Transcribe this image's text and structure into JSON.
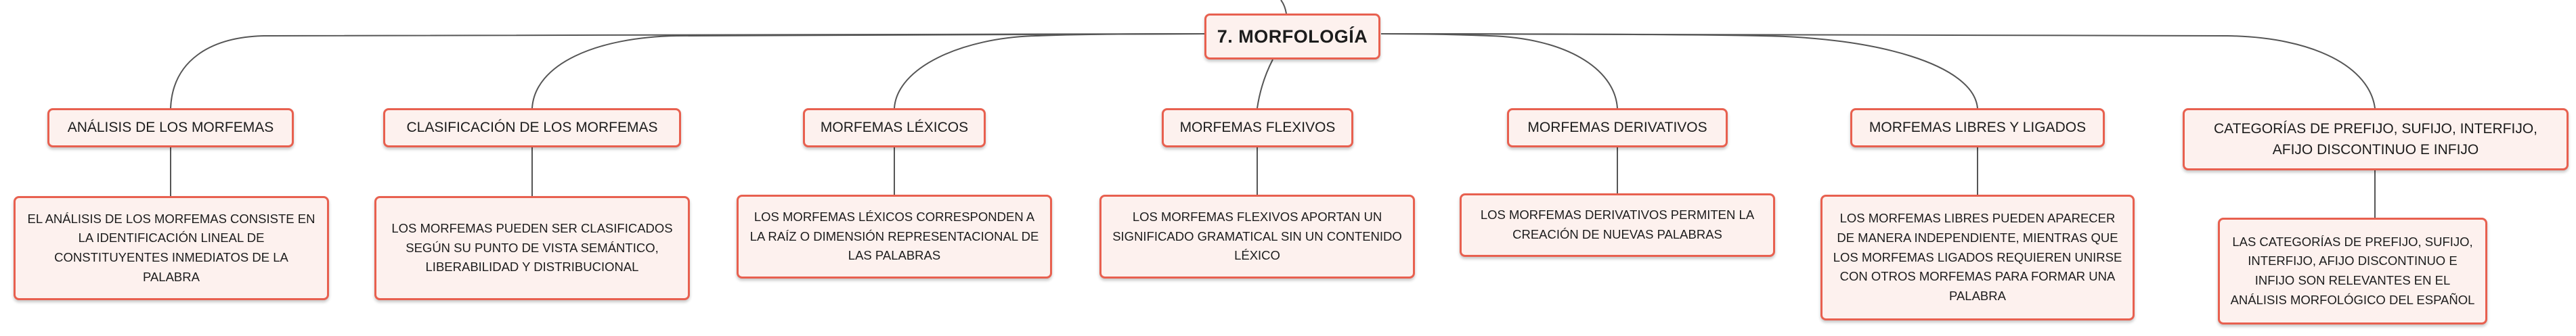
{
  "root": {
    "title": "7. MORFOLOGÍA"
  },
  "branches": [
    {
      "title": "ANÁLISIS DE LOS MORFEMAS",
      "detail": "EL ANÁLISIS DE LOS MORFEMAS CONSISTE EN LA IDENTIFICACIÓN LINEAL DE CONSTITUYENTES INMEDIATOS DE LA PALABRA"
    },
    {
      "title": "CLASIFICACIÓN DE LOS MORFEMAS",
      "detail": "LOS MORFEMAS PUEDEN SER CLASIFICADOS SEGÚN SU PUNTO DE VISTA SEMÁNTICO, LIBERABILIDAD Y DISTRIBUCIONAL"
    },
    {
      "title": "MORFEMAS LÉXICOS",
      "detail": "LOS MORFEMAS LÉXICOS CORRESPONDEN A LA RAÍZ O DIMENSIÓN REPRESENTACIONAL DE LAS PALABRAS"
    },
    {
      "title": "MORFEMAS FLEXIVOS",
      "detail": "LOS MORFEMAS FLEXIVOS APORTAN UN SIGNIFICADO GRAMATICAL SIN UN CONTENIDO LÉXICO"
    },
    {
      "title": "MORFEMAS DERIVATIVOS",
      "detail": "LOS MORFEMAS DERIVATIVOS PERMITEN LA CREACIÓN DE NUEVAS PALABRAS"
    },
    {
      "title": "MORFEMAS LIBRES Y LIGADOS",
      "detail": "LOS MORFEMAS LIBRES PUEDEN APARECER DE MANERA INDEPENDIENTE, MIENTRAS QUE LOS MORFEMAS LIGADOS REQUIEREN UNIRSE CON OTROS MORFEMAS PARA FORMAR UNA PALABRA"
    },
    {
      "title": "CATEGORÍAS DE PREFIJO, SUFIJO, INTERFIJO, AFIJO DISCONTINUO E INFIJO",
      "detail": "LAS CATEGORÍAS DE PREFIJO, SUFIJO, INTERFIJO, AFIJO DISCONTINUO E INFIJO SON RELEVANTES EN EL ANÁLISIS MORFOLÓGICO DEL ESPAÑOL"
    }
  ],
  "colors": {
    "node_fill": "#fdf1ee",
    "node_border": "#e8604f",
    "connector": "#555555",
    "text": "#1c1c1c"
  }
}
